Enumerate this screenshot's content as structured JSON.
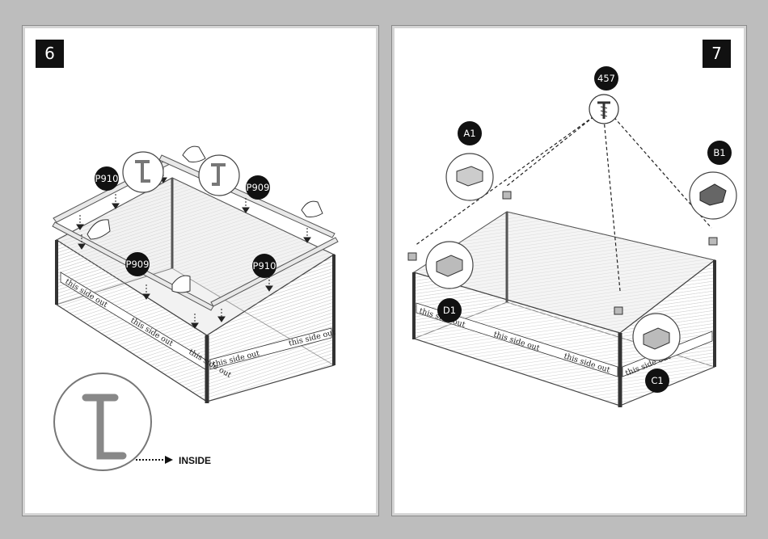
{
  "steps": [
    {
      "number": "6",
      "parts": [
        "P910",
        "P909",
        "P909",
        "P910"
      ],
      "band_text": "this side out",
      "inside_label": "INSIDE"
    },
    {
      "number": "7",
      "parts": [
        "457",
        "A1",
        "B1",
        "D1",
        "C1"
      ],
      "band_text": "this side out"
    }
  ]
}
